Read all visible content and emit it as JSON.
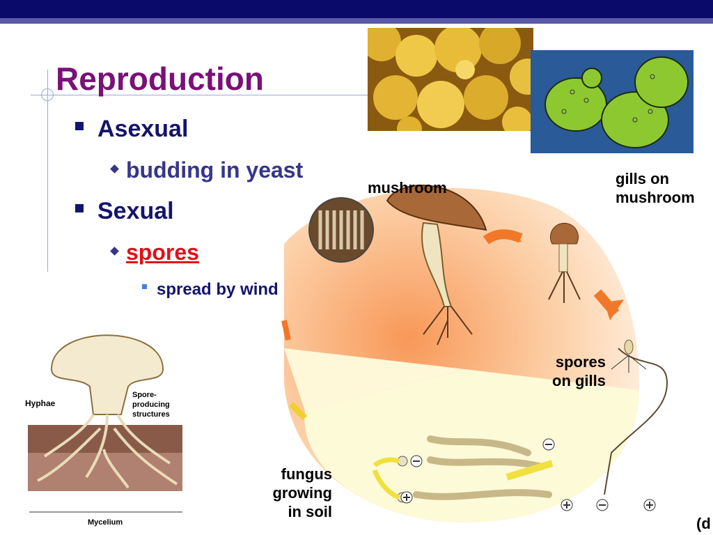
{
  "slide": {
    "title": "Reproduction",
    "bullets": {
      "asexual": "Asexual",
      "budding": "budding in yeast",
      "sexual": "Sexual",
      "spores": "spores",
      "spread": "spread by wind"
    }
  },
  "diagram_labels": {
    "mushroom": "mushroom",
    "gills_line1": "gills on",
    "gills_line2": "mushroom",
    "spores_line1": "spores",
    "spores_line2": "on gills",
    "fungus_line1": "fungus",
    "fungus_line2": "growing",
    "fungus_line3": "in soil",
    "corner": "(d"
  },
  "left_figure": {
    "hyphae": "Hyphae",
    "spore1": "Spore-",
    "spore2": "producing",
    "spore3": "structures",
    "mycelium": "Mycelium"
  },
  "colors": {
    "title": "#7a1078",
    "bullet_text": "#14146e",
    "spores_emphasis": "#e0101a",
    "top_bar": "#0a0a6a"
  }
}
